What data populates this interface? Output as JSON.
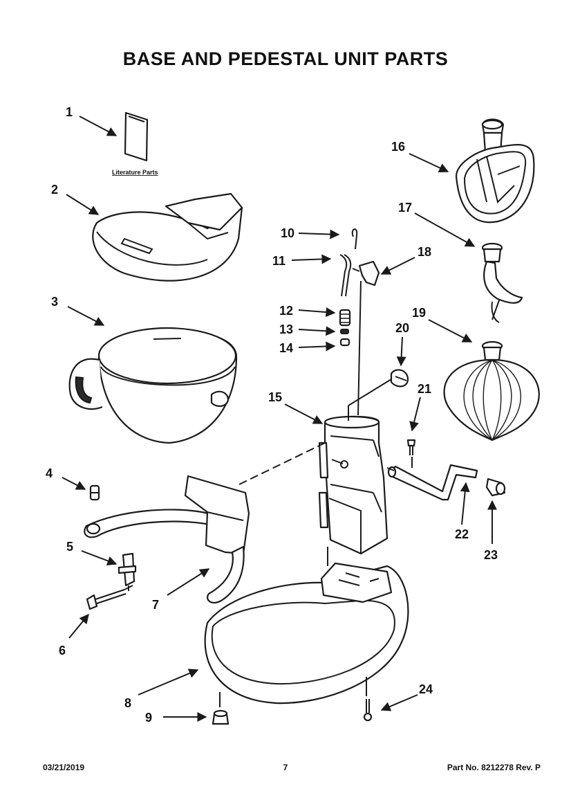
{
  "title": "BASE AND PEDESTAL UNIT PARTS",
  "literature_label": "Literature Parts",
  "callouts": [
    "1",
    "2",
    "3",
    "4",
    "5",
    "6",
    "7",
    "8",
    "9",
    "10",
    "11",
    "12",
    "13",
    "14",
    "15",
    "16",
    "17",
    "18",
    "19",
    "20",
    "21",
    "22",
    "23",
    "24"
  ],
  "footer": {
    "date": "03/21/2019",
    "page": "7",
    "part_no": "Part No.  8212278  Rev.  P"
  }
}
